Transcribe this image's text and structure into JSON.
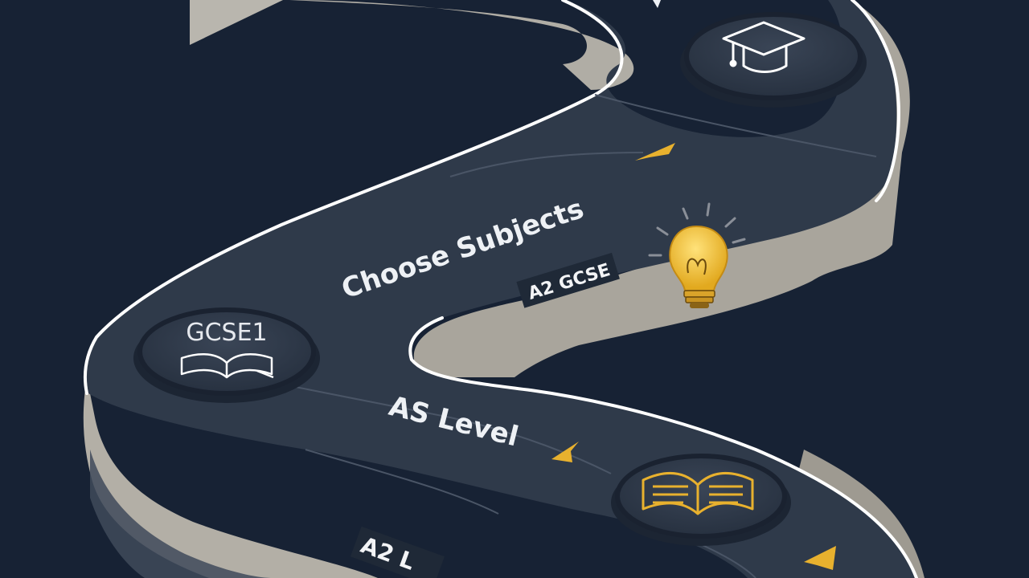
{
  "illustration": {
    "colors": {
      "background": "#172234",
      "road_top": "#2f3a4a",
      "road_side": "#b3afa6",
      "road_edge": "#ffffff",
      "accent": "#e8b12e"
    },
    "labels": {
      "choose_subjects": "Choose Subjects",
      "as_level": "AS Level"
    },
    "tags": {
      "a2_gcse": "A2 GCSE",
      "a2_level_partial": "A2 L"
    },
    "nodes": {
      "gcse": {
        "text": "GCSE1",
        "icon": "open-book-icon"
      },
      "graduation": {
        "icon": "graduation-cap-icon"
      },
      "as_level": {
        "icon": "open-book-icon"
      }
    },
    "decor": {
      "idea": {
        "icon": "lightbulb-icon"
      },
      "arrows": "arrowhead-icon"
    }
  }
}
